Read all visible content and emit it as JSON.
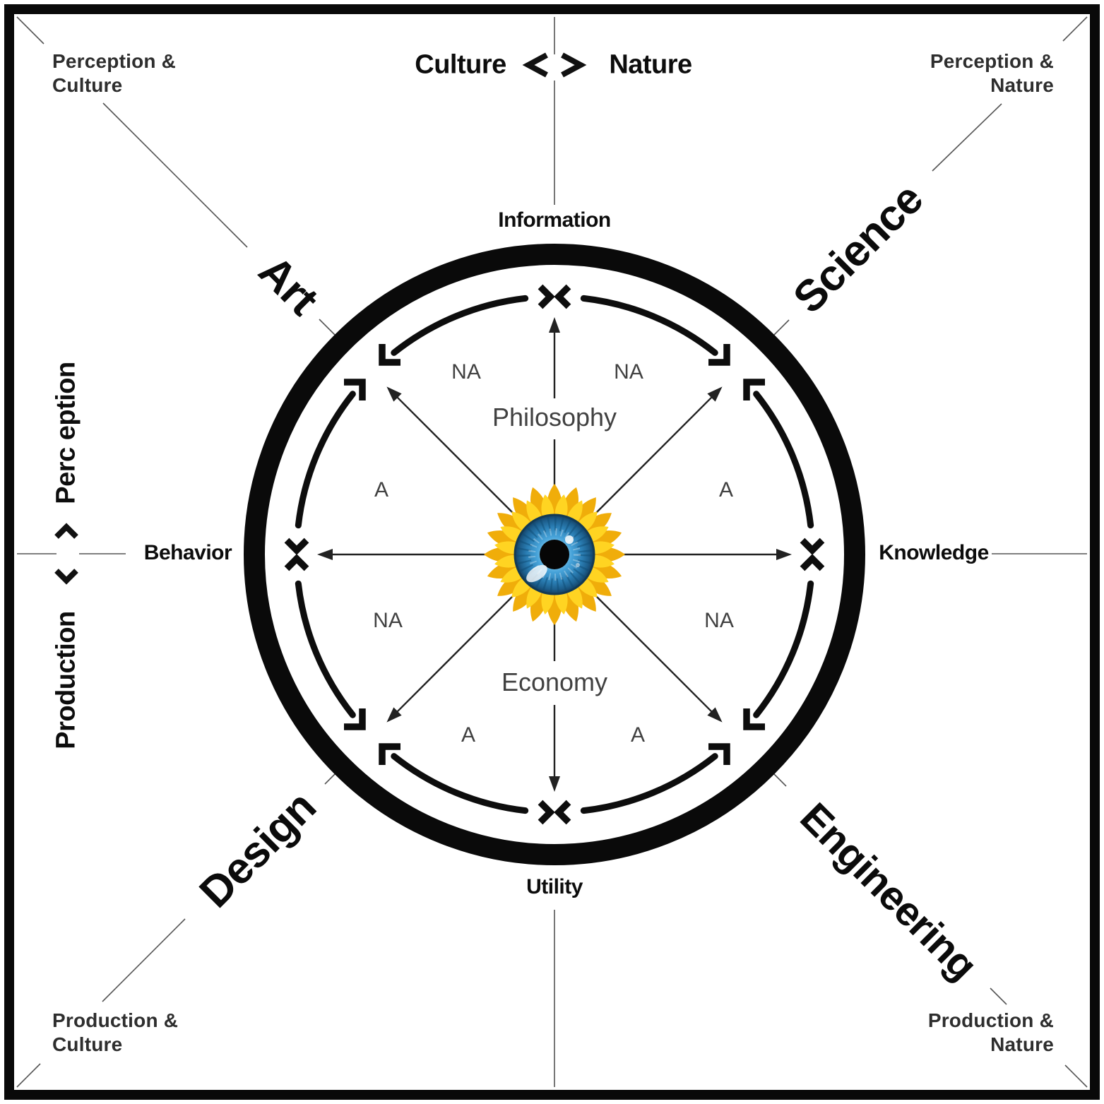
{
  "colors": {
    "ink": "#0d0d0d",
    "thin_line": "#555555",
    "muted_text": "#414141",
    "corner_text": "#2e2e2e",
    "petal_outer": "#F0AD0A",
    "petal_inner": "#FFD422",
    "iris_blue": "#2b7fb5",
    "pupil": "#060606"
  },
  "top_axis": {
    "left": "Culture",
    "right": "Nature"
  },
  "left_axis": {
    "top": "Perc eption",
    "bottom": "Production"
  },
  "corners": {
    "top_left": {
      "line1": "Perception &",
      "line2": "Culture"
    },
    "top_right": {
      "line1": "Perception &",
      "line2": "Nature"
    },
    "bottom_left": {
      "line1": "Production &",
      "line2": "Culture"
    },
    "bottom_right": {
      "line1": "Production &",
      "line2": "Nature"
    }
  },
  "quadrants": {
    "top_left": "Art",
    "top_right": "Science",
    "bottom_left": "Design",
    "bottom_right": "Engineering"
  },
  "ring_labels": {
    "top": "Information",
    "right": "Knowledge",
    "bottom": "Utility",
    "left": "Behavior"
  },
  "inner_labels": {
    "top": "Philosophy",
    "bottom": "Economy"
  },
  "sector_labels": {
    "upper_left": "NA",
    "upper_right": "NA",
    "mid_left": "A",
    "mid_right": "A",
    "lower_left": "NA",
    "lower_right": "NA",
    "bottom_left": "A",
    "bottom_right": "A"
  },
  "center_icon": "sunflower-eye"
}
